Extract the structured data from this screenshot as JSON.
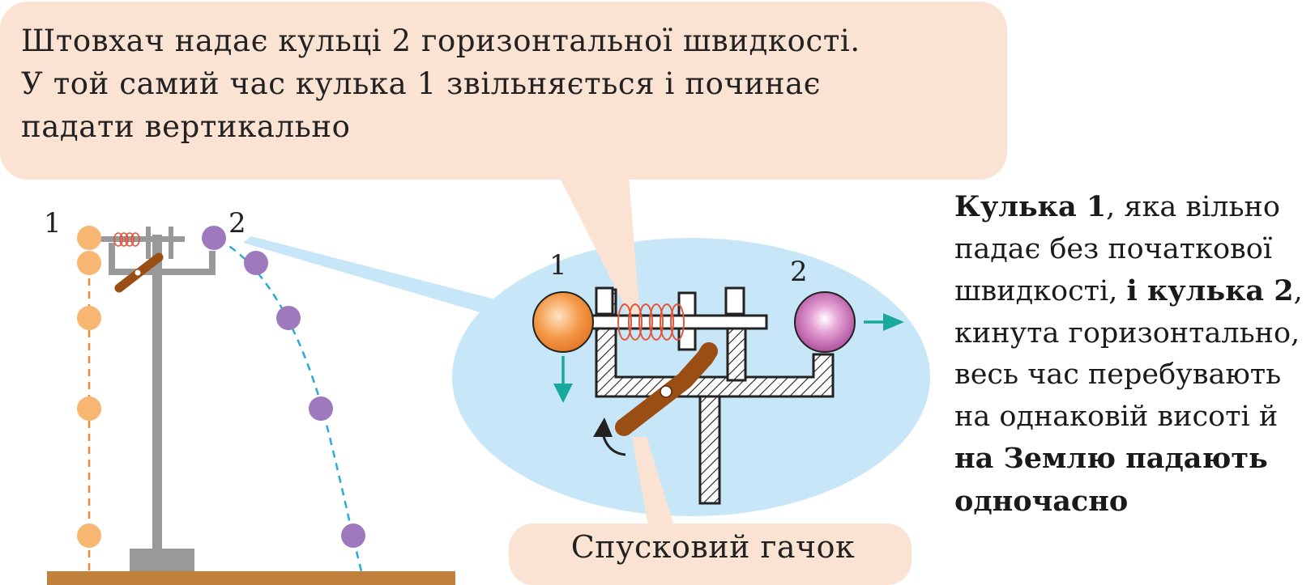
{
  "callout": {
    "line1": "Штовхач надає кульці 2 горизонтальної швидкості.",
    "line2": "У той самий час кулька 1 звільняється і починає",
    "line3": "падати вертикально"
  },
  "labels": {
    "ball1": "1",
    "ball2": "2",
    "zoom_ball1": "1",
    "zoom_ball2": "2",
    "trigger": "Спусковий гачок"
  },
  "side_text": {
    "l1_bold": "Кулька 1",
    "l1_rest": ", яка вільно",
    "l2": "падає без початкової",
    "l3_pre": "швидкості, ",
    "l3_bold": "і кулька 2",
    "l3_post": ",",
    "l4": "кинута горизонтально,",
    "l5": "весь час перебувають",
    "l6": "на однаковій висоті й",
    "l7_bold": "на Землю падають",
    "l8_bold": "одночасно"
  },
  "colors": {
    "callout_bg": "#fbe3d3",
    "zoom_bg": "#c7e6f7",
    "ball1": "#f7b672",
    "ball2": "#9f79bd",
    "spring": "#e2553a",
    "lever": "#9a4e14",
    "ground": "#c1803c",
    "stand": "#999999",
    "arrow_teal": "#1aa89c"
  },
  "icons": {
    "down_arrow": "down-arrow-icon",
    "right_arrow": "right-arrow-icon",
    "rotate_arrow": "rotate-arrow-icon"
  }
}
